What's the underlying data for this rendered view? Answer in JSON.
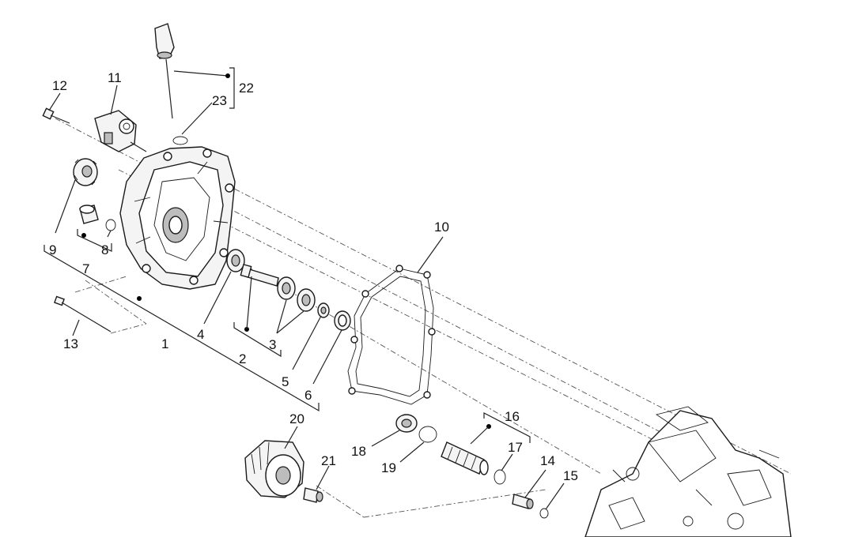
{
  "callouts": {
    "c1": "1",
    "c2": "2",
    "c3": "3",
    "c4": "4",
    "c5": "5",
    "c6": "6",
    "c7": "7",
    "c8": "8",
    "c9": "9",
    "c10": "10",
    "c11": "11",
    "c12": "12",
    "c13": "13",
    "c14": "14",
    "c15": "15",
    "c16": "16",
    "c17": "17",
    "c18": "18",
    "c19": "19",
    "c20": "20",
    "c21": "21",
    "c22": "22",
    "c23": "23"
  },
  "colors": {
    "line": "#1a1a1a",
    "background": "#ffffff",
    "shading": "#bdbdbd"
  }
}
